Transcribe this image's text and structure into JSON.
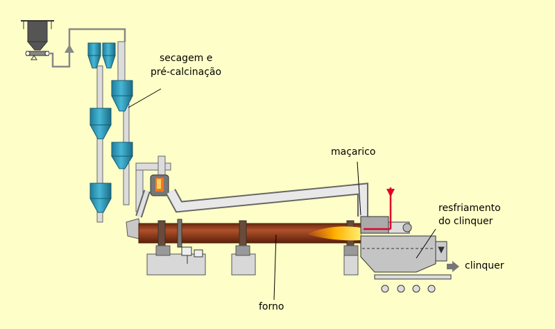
{
  "labels": {
    "drying_line1": "secagem e",
    "drying_line2": "pré-calcinação",
    "burner": "maçarico",
    "cooling_line1": "resfriamento",
    "cooling_line2": "do clinquer",
    "clinker": "clinquer",
    "kiln": "forno"
  },
  "colors": {
    "background": "#fefec8",
    "cyclone": "#2e9ab8",
    "duct": "#dcdcdc",
    "kiln": "#8a3a18",
    "flame": "#ffb000",
    "fuel_arrow": "#e0002a"
  },
  "icons": [
    "feed-silo-icon",
    "cyclone-icon",
    "calciner-icon",
    "burner-flame-icon",
    "cooler-fan-icon",
    "conveyor-icon"
  ]
}
